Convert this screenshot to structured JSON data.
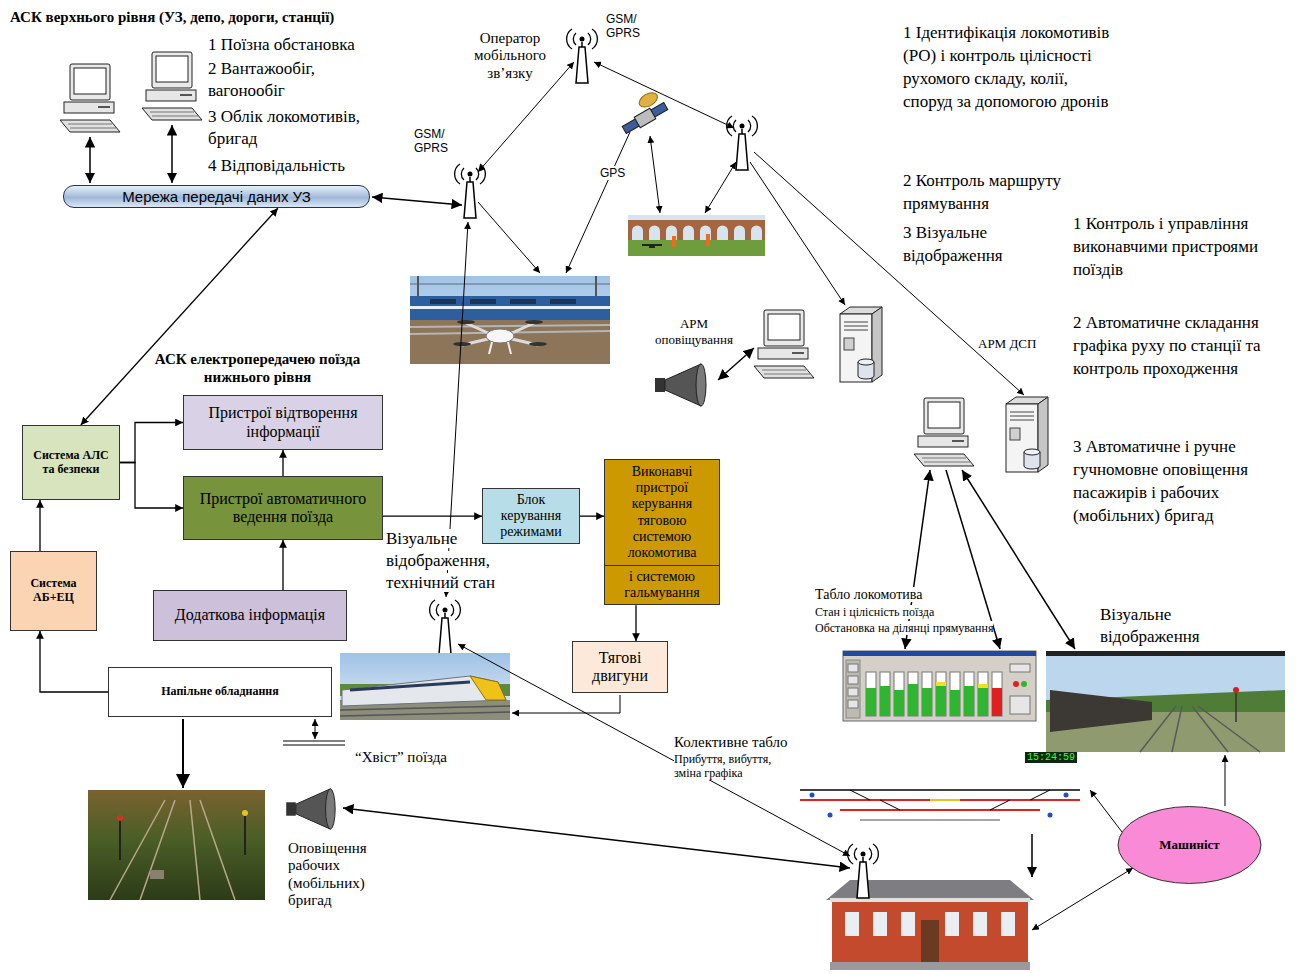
{
  "diagram": {
    "nodes": [
      {
        "text": [
          "Мережа передачі даних УЗ"
        ]
      },
      {
        "text": [
          "Система АЛС та безпеки"
        ]
      },
      {
        "text": [
          "Пристрої відтворення інформації"
        ]
      },
      {
        "text": [
          "Пристрої автоматичного ведення поїзда"
        ]
      },
      {
        "text": [
          "Блок керування режимами"
        ]
      },
      {
        "text": [
          "Виконавчі пристрої керування тяговою системою локомотива",
          "і системою гальмування"
        ]
      },
      {
        "text": [
          "Тягові двигуни"
        ]
      },
      {
        "text": [
          "Система АБ+ЕЦ"
        ]
      },
      {
        "text": [
          "Додаткова інформація"
        ]
      },
      {
        "text": [
          "Напільне обладнання"
        ]
      },
      {
        "text": [
          "Машиніст"
        ]
      }
    ],
    "edges": [
      {
        "from": 0,
        "to": 1,
        "arrow": "both"
      },
      {
        "from": 1,
        "to": 2,
        "arrow": "to"
      },
      {
        "from": 1,
        "to": 3,
        "arrow": "to"
      },
      {
        "from": 3,
        "to": 2,
        "arrow": "to"
      },
      {
        "from": 8,
        "to": 3,
        "arrow": "to"
      },
      {
        "from": 3,
        "to": 4,
        "arrow": "to"
      },
      {
        "from": 4,
        "to": 5,
        "arrow": "to"
      },
      {
        "from": 5,
        "to": 6,
        "arrow": "to"
      },
      {
        "from": 7,
        "to": 1,
        "arrow": "to"
      },
      {
        "from": 9,
        "to": 7,
        "arrow": "to"
      }
    ],
    "labels": [
      "АСК верхнього рівня (УЗ, депо, дороги, станції)",
      "1 Поїзна обстановка",
      "2 Вантажообіг, вагонообіг",
      "3 Облік локомотивів, бригад",
      "4 Відповідальність",
      "Оператор мобільного зв’язку",
      "GSM/ GPRS",
      "GSM/ GPRS",
      "GPS",
      "1 Ідентифікація локомотивів (РО) і контроль цілісності рухомого складу, колії, споруд за допомогою дронів",
      "2 Контроль маршруту прямування",
      "3 Візуальне відображення",
      "1 Контроль і управління виконавчими пристроями поїздів",
      "2 Автоматичне складання графіка руху по станції та контроль проходження",
      "3 Автоматичне і ручне гучномовне оповіщення пасажирів і рабочих (мобільних) бригад",
      "АРМ оповіщування",
      "АРМ ДСП",
      "АСК електропередачею поїзда нижнього рівня",
      "Візуальне відображення, технічний стан",
      "“Хвіст” поїзда",
      "Колективне табло",
      "Прибуття, вибуття, зміна графіка",
      "Табло локомотива",
      "Стан і цілісність поїзда",
      "Обстановка на ділянці прямування",
      "Візуальне відображення",
      "15:24:59",
      "Оповіщення рабочих (мобільних) бригад"
    ]
  }
}
